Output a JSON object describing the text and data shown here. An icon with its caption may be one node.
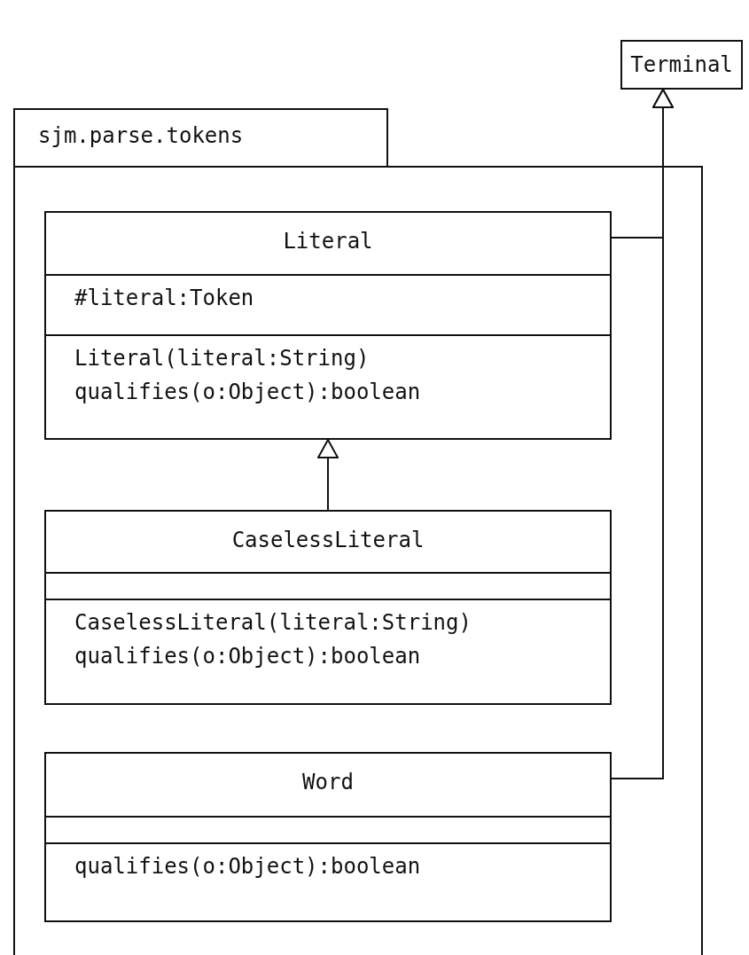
{
  "diagram": {
    "nodes": [
      {
        "text": [
          "Terminal"
        ]
      },
      {
        "text": [
          "sjm.parse.tokens"
        ]
      },
      {
        "text": [
          "Literal",
          "#literal:Token",
          "Literal(literal:String)",
          "qualifies(o:Object):boolean"
        ],
        "in": 1
      },
      {
        "text": [
          "CaselessLiteral",
          "CaselessLiteral(literal:String)",
          "qualifies(o:Object):boolean"
        ],
        "in": 1
      },
      {
        "text": [
          "Word",
          "qualifies(o:Object):boolean"
        ],
        "in": 1
      }
    ],
    "edges": [
      {
        "from": 3,
        "to": 2,
        "arrow": "to"
      },
      {
        "from": 2,
        "to": 0,
        "arrow": "to"
      },
      {
        "from": 4,
        "to": 0,
        "arrow": "to"
      }
    ]
  }
}
